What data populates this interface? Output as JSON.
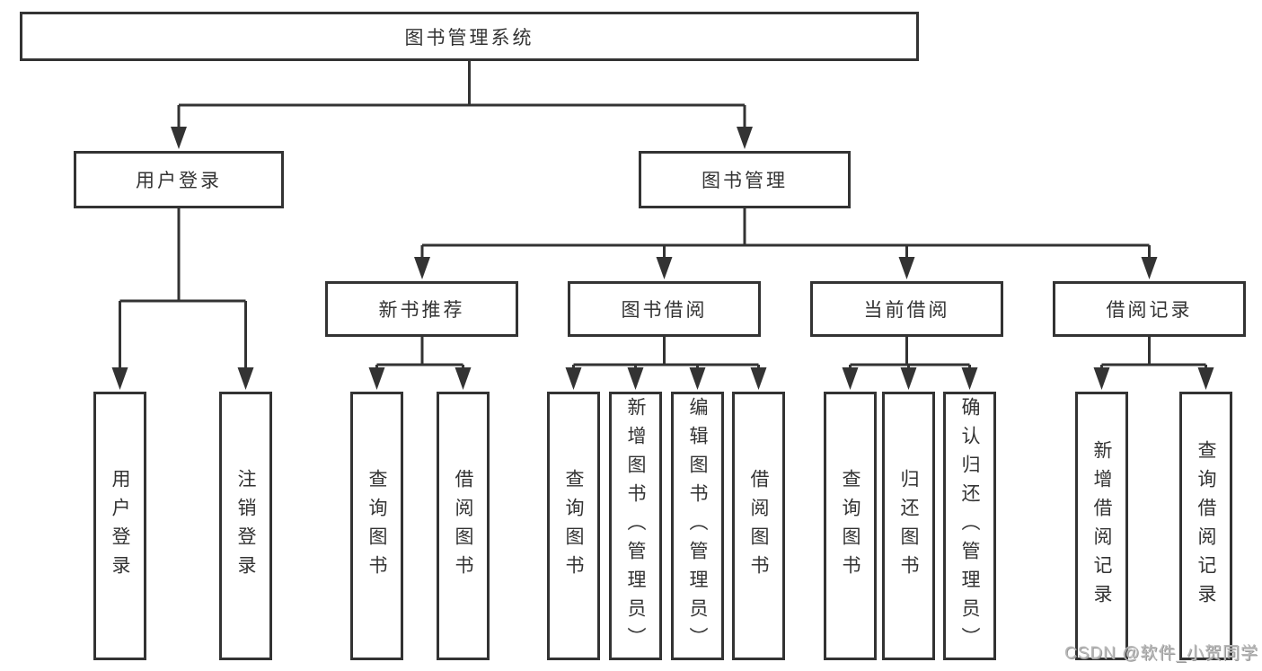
{
  "diagram": {
    "root": "图书管理系统",
    "user_login": {
      "label": "用户登录",
      "children": [
        "用户登录",
        "注销登录"
      ]
    },
    "book_mgmt": {
      "label": "图书管理"
    },
    "sections": [
      {
        "label": "新书推荐",
        "children": [
          "查询图书",
          "借阅图书"
        ]
      },
      {
        "label": "图书借阅",
        "children": [
          "查询图书",
          "新增图书（管理员）",
          "编辑图书（管理员）",
          "借阅图书"
        ]
      },
      {
        "label": "当前借阅",
        "children": [
          "查询图书",
          "归还图书",
          "确认归还（管理员）"
        ]
      },
      {
        "label": "借阅记录",
        "children": [
          "新增借阅记录",
          "查询借阅记录"
        ]
      }
    ]
  },
  "watermark": "CSDN @软件_小贺同学",
  "colors": {
    "line": "#333333",
    "box_border": "#333333",
    "box_fill": "#ffffff",
    "text": "#333333",
    "watermark": "#b9b9b9"
  }
}
